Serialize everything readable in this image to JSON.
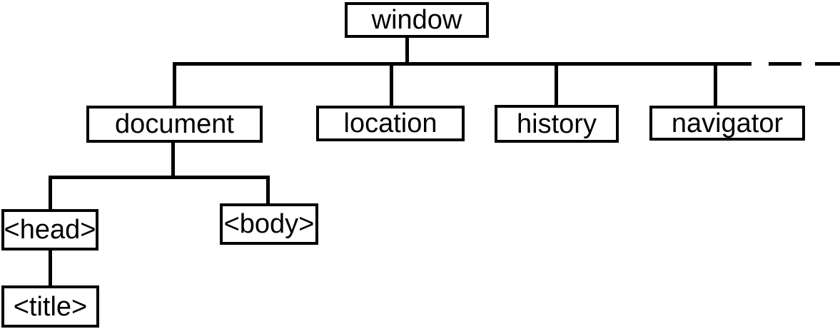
{
  "diagram": {
    "type": "tree",
    "subject": "browser-object-model-hierarchy",
    "colors": {
      "background": "#ffffff",
      "line": "#000000",
      "box_border": "#000000",
      "text": "#000000"
    },
    "tree": {
      "nodes": [
        {
          "id": "window",
          "label": "window",
          "parent": null
        },
        {
          "id": "document",
          "label": "document",
          "parent": "window"
        },
        {
          "id": "location",
          "label": "location",
          "parent": "window"
        },
        {
          "id": "history",
          "label": "history",
          "parent": "window"
        },
        {
          "id": "navigator",
          "label": "navigator",
          "parent": "window"
        },
        {
          "id": "head",
          "label": "<head>",
          "parent": "document"
        },
        {
          "id": "body",
          "label": "<body>",
          "parent": "document"
        },
        {
          "id": "title",
          "label": "<title>",
          "parent": "head"
        }
      ],
      "more_children_dashed_continuation": true
    }
  }
}
